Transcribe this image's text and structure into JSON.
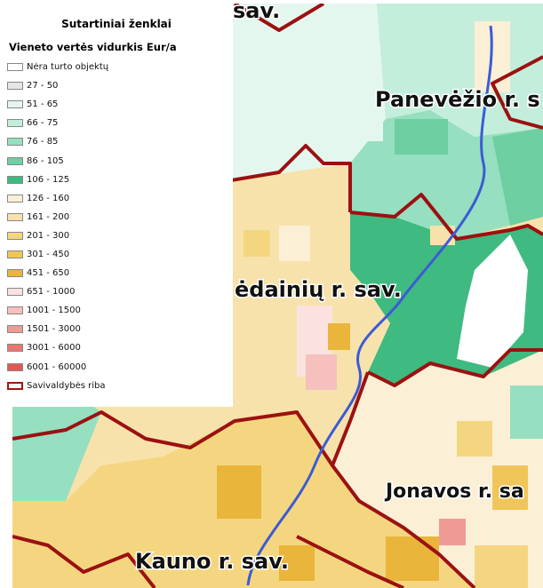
{
  "map": {
    "labels": {
      "top_fragment": "sav.",
      "panevezio": "Panevėžio r. s",
      "kedainiu": "ėdainių r. sav.",
      "jonavos": "Jonavos r. sa",
      "kauno": "Kauno r. sav."
    },
    "colors": {
      "border": "#9b1111",
      "route": "#3b5bd6"
    }
  },
  "legend": {
    "title": "Sutartiniai ženklai",
    "subtitle": "Vieneto vertės vidurkis Eur/a",
    "items": [
      {
        "label": "Nėra turto objektų",
        "color": "#ffffff"
      },
      {
        "label": "27 - 50",
        "color": "#e6e6e6"
      },
      {
        "label": "51 - 65",
        "color": "#e4f7ef"
      },
      {
        "label": "66 - 75",
        "color": "#c4eedc"
      },
      {
        "label": "76 - 85",
        "color": "#96dfc0"
      },
      {
        "label": "86 - 105",
        "color": "#6dcfa2"
      },
      {
        "label": "106 - 125",
        "color": "#3fba80"
      },
      {
        "label": "126 - 160",
        "color": "#fbefd6"
      },
      {
        "label": "161 - 200",
        "color": "#f8e2ac"
      },
      {
        "label": "201 - 300",
        "color": "#f5d680"
      },
      {
        "label": "301 - 450",
        "color": "#f0c65a"
      },
      {
        "label": "451 - 650",
        "color": "#e9b53a"
      },
      {
        "label": "651 - 1000",
        "color": "#fbe2e1"
      },
      {
        "label": "1001 - 1500",
        "color": "#f5c0bd"
      },
      {
        "label": "1501 - 3000",
        "color": "#ee9b96"
      },
      {
        "label": "3001 - 6000",
        "color": "#e7776f"
      },
      {
        "label": "6001 - 60000",
        "color": "#e05a53"
      }
    ],
    "border_item": {
      "label": "Savivaldybės riba"
    }
  }
}
